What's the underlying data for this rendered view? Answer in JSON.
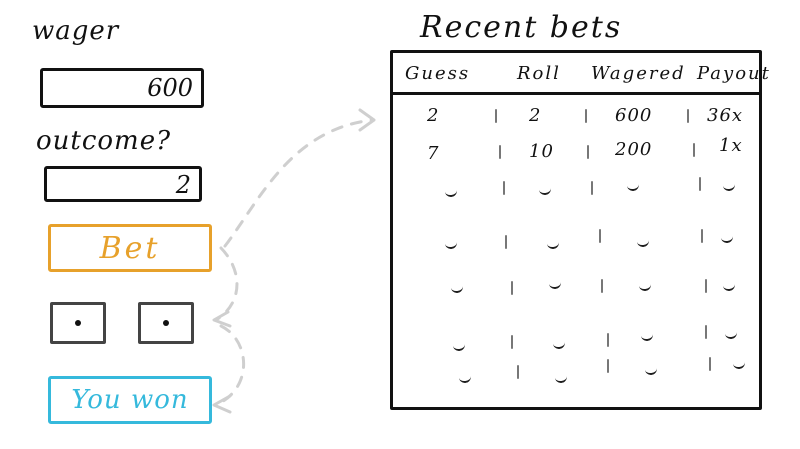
{
  "left_panel": {
    "wager_label": "wager",
    "wager_value": "600",
    "outcome_label": "outcome?",
    "outcome_value": "2",
    "bet_button_label": "Bet",
    "dice_pips": [
      1,
      1
    ],
    "result_label": "You won"
  },
  "recent_bets": {
    "title": "Recent bets",
    "headers": [
      "Guess",
      "Roll",
      "Wagered",
      "Payout"
    ],
    "rows": [
      [
        "2",
        "2",
        "600",
        "36x"
      ],
      [
        "7",
        "10",
        "200",
        "1x"
      ]
    ]
  },
  "colors": {
    "bet_button": "#e7a12b",
    "result_box": "#35b9dc",
    "connector_arrows": "#cfcfcf"
  },
  "icons": {
    "die_left": "die-icon",
    "die_right": "die-icon",
    "connector_1": "curved-dashed-arrow-icon",
    "connector_2": "curved-dashed-arrow-icon",
    "connector_3": "curved-dashed-arrow-icon"
  }
}
